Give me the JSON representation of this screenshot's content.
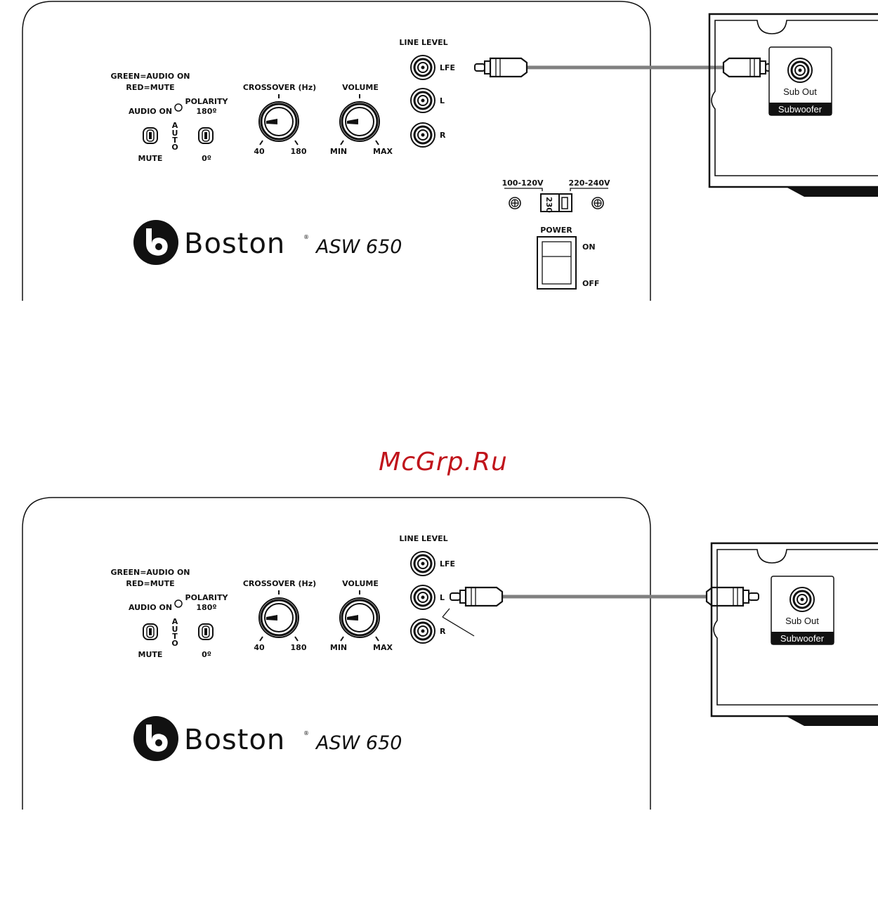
{
  "diagrams": [
    {
      "mute_led": {
        "line1": "GREEN=AUDIO ON",
        "line2": "RED=MUTE"
      },
      "audio_on": "AUDIO ON",
      "auto": [
        "A",
        "U",
        "T",
        "O"
      ],
      "mute": "MUTE",
      "polarity": {
        "label": "POLARITY",
        "top": "180º",
        "bottom": "0º"
      },
      "crossover": {
        "label": "CROSSOVER (Hz)",
        "min": "40",
        "max": "180"
      },
      "volume": {
        "label": "VOLUME",
        "min": "MIN",
        "max": "MAX"
      },
      "line_level": {
        "label": "LINE LEVEL",
        "jacks": [
          "LFE",
          "L",
          "R"
        ]
      },
      "voltage": {
        "left": "100-120V",
        "right": "220-240V",
        "selector": "230"
      },
      "power": {
        "label": "POWER",
        "on": "ON",
        "off": "OFF"
      },
      "brand": {
        "name": "Boston",
        "mark": "®",
        "model": "ASW 650"
      },
      "receiver": {
        "jack_label": "Sub Out",
        "tag": "Subwoofer"
      }
    },
    {
      "mute_led": {
        "line1": "GREEN=AUDIO ON",
        "line2": "RED=MUTE"
      },
      "audio_on": "AUDIO ON",
      "auto": [
        "A",
        "U",
        "T",
        "O"
      ],
      "mute": "MUTE",
      "polarity": {
        "label": "POLARITY",
        "top": "180º",
        "bottom": "0º"
      },
      "crossover": {
        "label": "CROSSOVER (Hz)",
        "min": "40",
        "max": "180"
      },
      "volume": {
        "label": "VOLUME",
        "min": "MIN",
        "max": "MAX"
      },
      "line_level": {
        "label": "LINE LEVEL",
        "jacks": [
          "LFE",
          "L",
          "R"
        ]
      },
      "brand": {
        "name": "Boston",
        "mark": "®",
        "model": "ASW 650"
      },
      "receiver": {
        "jack_label": "Sub Out",
        "tag": "Subwoofer"
      }
    }
  ],
  "watermark": "McGrp.Ru",
  "colors": {
    "cable": "#808080",
    "ink": "#111111",
    "watermark": "#c0141b"
  }
}
